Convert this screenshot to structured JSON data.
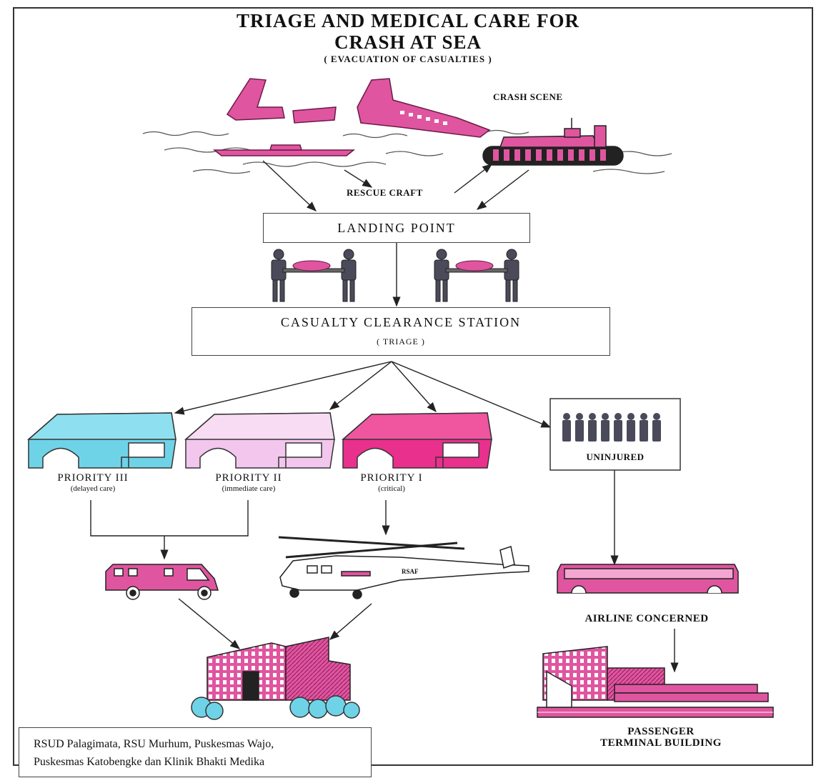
{
  "title_line1": "TRIAGE AND MEDICAL CARE FOR",
  "title_line2": "CRASH AT SEA",
  "subtitle": "( EVACUATION OF CASUALTIES )",
  "crash_scene_label": "CRASH SCENE",
  "rescue_craft_label": "RESCUE CRAFT",
  "landing_point_label": "LANDING POINT",
  "casualty_station": {
    "label": "CASUALTY CLEARANCE STATION",
    "sublabel": "( TRIAGE )"
  },
  "priorities": [
    {
      "label": "PRIORITY III",
      "sublabel": "(delayed care)",
      "color": "#6fd3e8"
    },
    {
      "label": "PRIORITY II",
      "sublabel": "(immediate care)",
      "color": "#f3c6ee"
    },
    {
      "label": "PRIORITY I",
      "sublabel": "(critical)",
      "color": "#e8308c"
    }
  ],
  "uninjured_label": "UNINJURED",
  "helicopter_mark": "RSAF",
  "airline_label": "AIRLINE CONCERNED",
  "terminal_line1": "PASSENGER",
  "terminal_line2": "TERMINAL BUILDING",
  "hospitals_line1": "RSUD Palagimata, RSU Murhum, Puskesmas Wajo,",
  "hospitals_line2": "Puskesmas Katobengke dan Klinik Bhakti Medika",
  "colors": {
    "magenta": "#e0559f",
    "dark": "#333333",
    "cyan": "#6fd3e8"
  }
}
